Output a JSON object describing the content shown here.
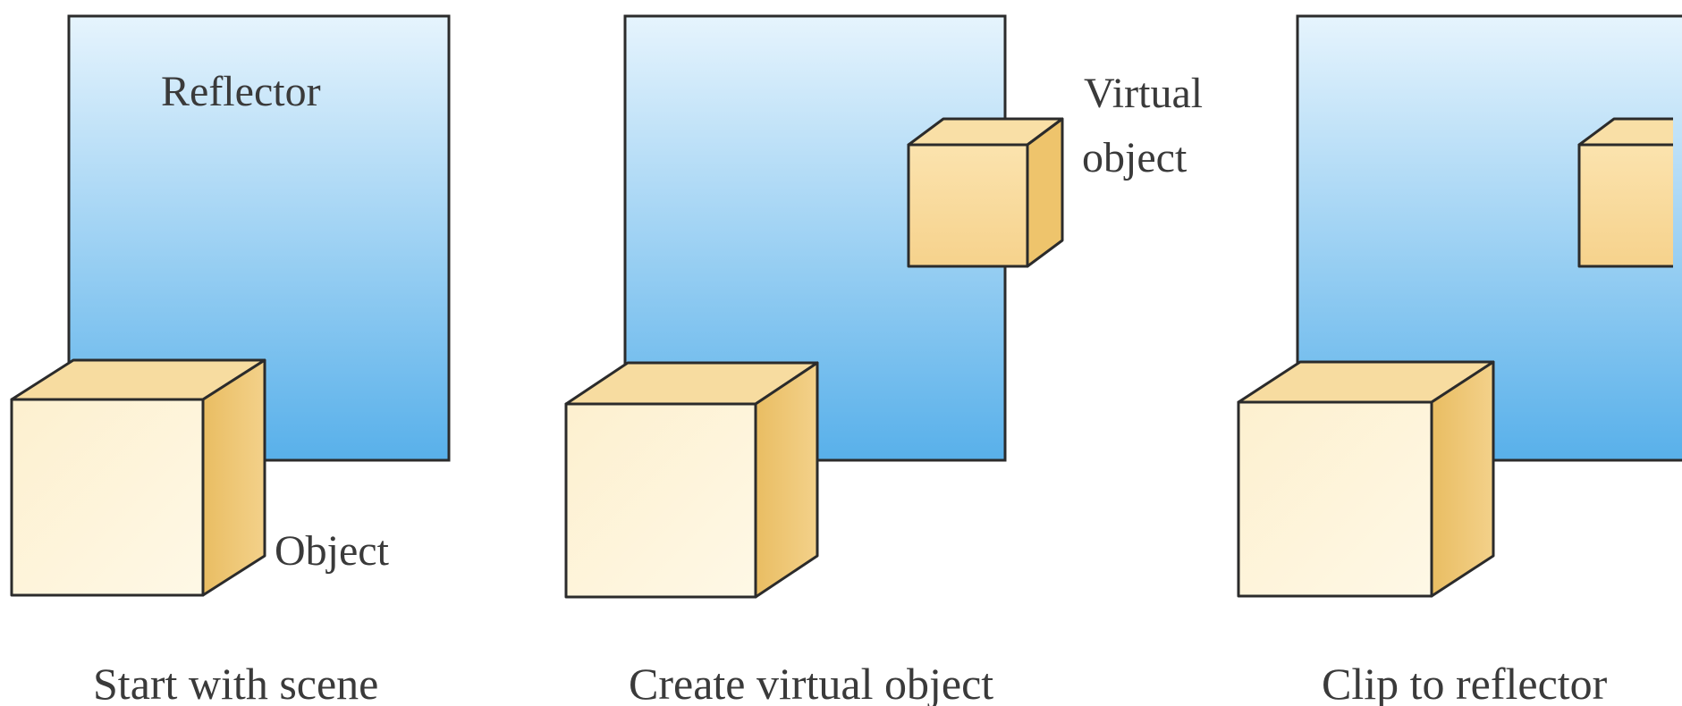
{
  "panels": [
    {
      "caption": "Start with scene",
      "reflector_label": "Reflector",
      "object_label": "Object"
    },
    {
      "caption": "Create virtual object",
      "virtual_label_line1": "Virtual",
      "virtual_label_line2": "object"
    },
    {
      "caption": "Clip to reflector"
    }
  ],
  "colors": {
    "reflector_top": "#e6f4fd",
    "reflector_bottom": "#58b0ea",
    "cube_front": "#fdf2d2",
    "cube_top": "#f7dca0",
    "cube_side": "#eec46c",
    "outline": "#2b2b2b"
  }
}
